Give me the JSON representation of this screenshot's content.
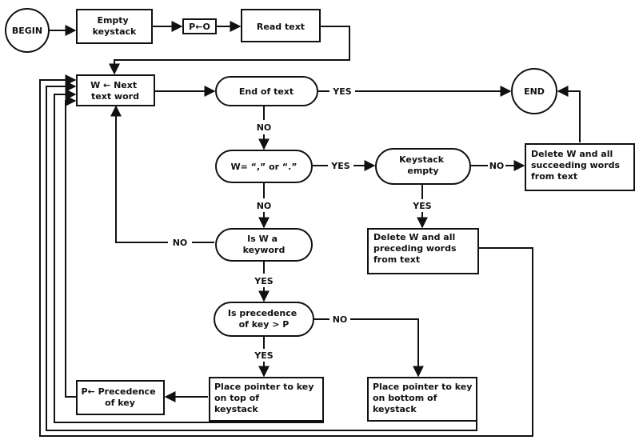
{
  "nodes": {
    "begin": {
      "lines": [
        "BEGIN"
      ]
    },
    "empty_keystack": {
      "lines": [
        "Empty",
        "keystack"
      ]
    },
    "p_zero": {
      "lines": [
        "P←O"
      ]
    },
    "read_text": {
      "lines": [
        "Read text"
      ]
    },
    "next_word": {
      "lines": [
        "W ← Next",
        "text word"
      ]
    },
    "end_of_text": {
      "lines": [
        "End of text"
      ]
    },
    "end": {
      "lines": [
        "END"
      ]
    },
    "w_equals": {
      "lines": [
        "W= “,” or “.”"
      ]
    },
    "keystack_empty": {
      "lines": [
        "Keystack",
        "empty"
      ]
    },
    "delete_succeeding": {
      "lines": [
        "Delete W and all",
        "succeeding words",
        "from text"
      ]
    },
    "delete_preceding": {
      "lines": [
        "Delete W and all",
        "preceding words",
        "from text"
      ]
    },
    "is_keyword": {
      "lines": [
        "Is W a",
        "keyword"
      ]
    },
    "precedence_check": {
      "lines": [
        "Is precedence",
        "of key > P"
      ]
    },
    "place_top": {
      "lines": [
        "Place pointer to key",
        "on top of",
        "keystack"
      ]
    },
    "place_bottom": {
      "lines": [
        "Place pointer to key",
        "on bottom of",
        "keystack"
      ]
    },
    "p_precedence": {
      "lines": [
        "P← Precedence",
        "of key"
      ]
    }
  },
  "edge_labels": {
    "yes": "YES",
    "no": "NO"
  }
}
